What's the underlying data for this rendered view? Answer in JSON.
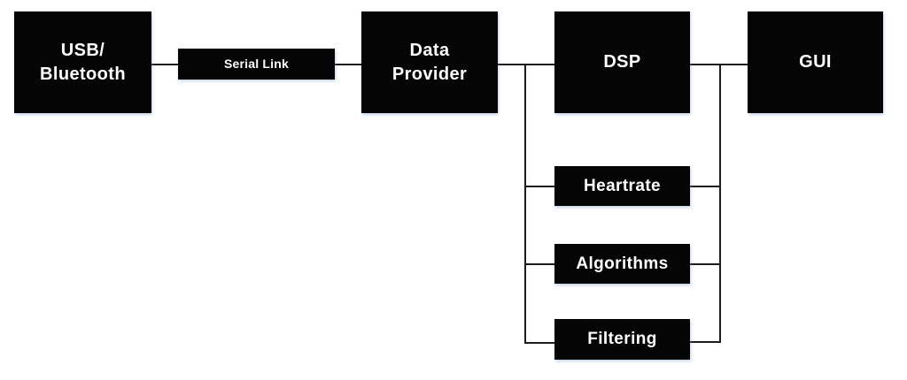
{
  "diagram": {
    "type": "block-diagram",
    "colors": {
      "background": "#ffffff",
      "block_fill": "#050505",
      "block_text": "#ffffff",
      "line": "#1c1c1c"
    },
    "nodes": {
      "usb_bluetooth": {
        "label": "USB/\nBluetooth"
      },
      "serial_link": {
        "label": "Serial Link"
      },
      "data_provider": {
        "label": "Data\nProvider"
      },
      "dsp": {
        "label": "DSP"
      },
      "gui": {
        "label": "GUI"
      },
      "heartrate": {
        "label": "Heartrate"
      },
      "algorithms": {
        "label": "Algorithms"
      },
      "filtering": {
        "label": "Filtering"
      }
    },
    "edges": [
      {
        "from": "usb_bluetooth",
        "to": "serial_link"
      },
      {
        "from": "serial_link",
        "to": "data_provider"
      },
      {
        "from": "data_provider",
        "to": "dsp"
      },
      {
        "from": "dsp",
        "to": "gui"
      },
      {
        "from": "data_provider",
        "to": "heartrate"
      },
      {
        "from": "data_provider",
        "to": "algorithms"
      },
      {
        "from": "data_provider",
        "to": "filtering"
      },
      {
        "from": "heartrate",
        "to": "gui"
      },
      {
        "from": "algorithms",
        "to": "gui"
      },
      {
        "from": "filtering",
        "to": "gui"
      }
    ]
  }
}
